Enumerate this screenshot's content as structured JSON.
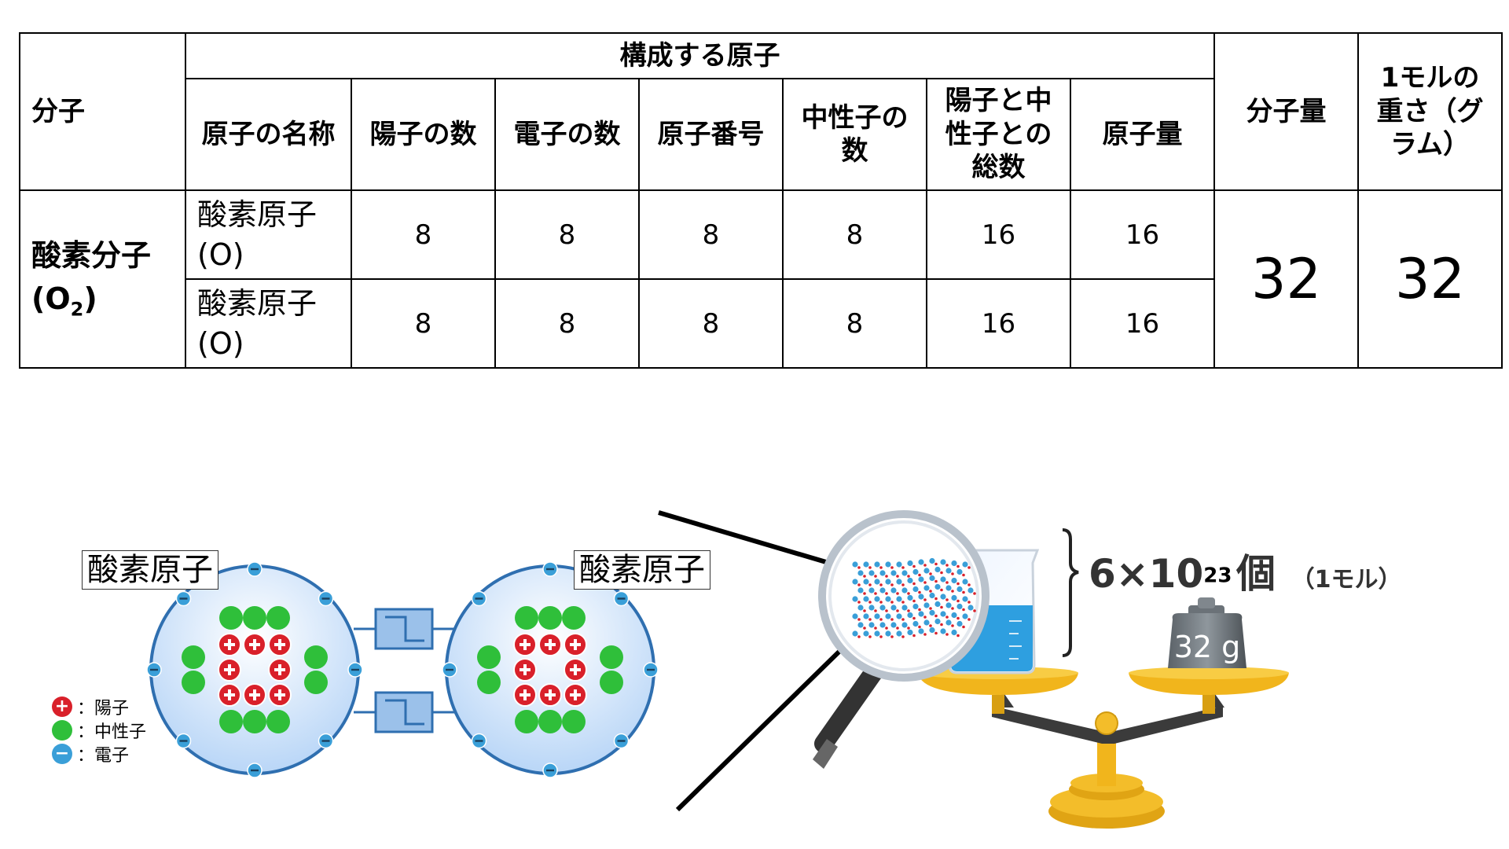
{
  "table": {
    "header_molecule": "分子",
    "header_constituent": "構成する原子",
    "header_molecular_weight": "分子量",
    "header_mole_weight": "1モルの重さ（グラム）",
    "columns": [
      "原子の名称",
      "陽子の数",
      "電子の数",
      "原子番号",
      "中性子の数",
      "陽子と中性子との総数",
      "原子量"
    ],
    "molecule_name": "酸素分子",
    "molecule_formula": "(O",
    "molecule_formula_sub": "2",
    "molecule_formula_end": ")",
    "rows": [
      {
        "atom": "酸素原子(O)",
        "protons": "8",
        "electrons": "8",
        "atomic_number": "8",
        "neutrons": "8",
        "nucleons": "16",
        "atomic_weight": "16"
      },
      {
        "atom": "酸素原子(O)",
        "protons": "8",
        "electrons": "8",
        "atomic_number": "8",
        "neutrons": "8",
        "nucleons": "16",
        "atomic_weight": "16"
      }
    ],
    "molecular_weight": "32",
    "mole_weight": "32"
  },
  "diagram": {
    "atom_label_left": "酸素原子",
    "atom_label_right": "酸素原子",
    "legend": [
      {
        "symbol": "+",
        "label": "：陽子",
        "color": "#d9202a"
      },
      {
        "symbol": "",
        "label": "：中性子",
        "color": "#2fbf3a"
      },
      {
        "symbol": "−",
        "label": "：電子",
        "color": "#3a9fd8"
      }
    ],
    "weight_label": "32 g",
    "count_base": "6×10",
    "count_exp": "23",
    "count_unit": "個",
    "count_note": "（1モル）"
  },
  "colors": {
    "atom_fill": "#cfe3fb",
    "atom_border": "#2f6fb0",
    "proton": "#d9202a",
    "neutron": "#2fbf3a",
    "electron": "#3a9fd8",
    "scale": "#f1b51c",
    "water": "#2e9fe0"
  }
}
